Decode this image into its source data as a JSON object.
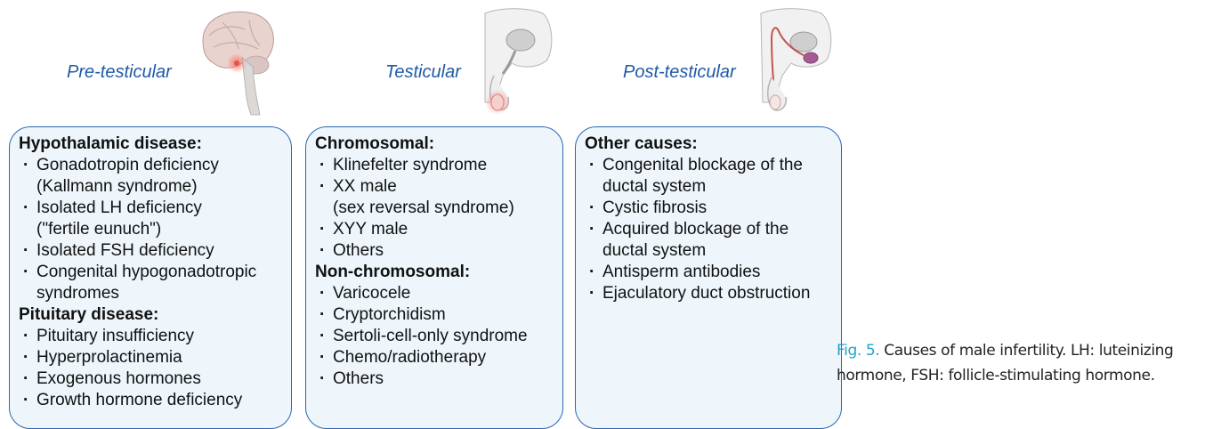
{
  "columns": [
    {
      "title": "Pre-testicular",
      "icon": "brain-sagittal-icon",
      "sections": [
        {
          "heading": "Hypothalamic disease:",
          "items": [
            {
              "text": "Gonadotropin deficiency",
              "bullet": true
            },
            {
              "text": "(Kallmann syndrome)",
              "bullet": false
            },
            {
              "text": "Isolated LH deficiency",
              "bullet": true
            },
            {
              "text": "(\"fertile eunuch\")",
              "bullet": false
            },
            {
              "text": "Isolated FSH deficiency",
              "bullet": true
            },
            {
              "text": "Congenital hypogonadotropic",
              "bullet": true
            },
            {
              "text": "syndromes",
              "bullet": false
            }
          ]
        },
        {
          "heading": "Pituitary disease:",
          "items": [
            {
              "text": "Pituitary insufficiency",
              "bullet": true
            },
            {
              "text": "Hyperprolactinemia",
              "bullet": true
            },
            {
              "text": "Exogenous hormones",
              "bullet": true
            },
            {
              "text": "Growth hormone deficiency",
              "bullet": true
            }
          ]
        }
      ]
    },
    {
      "title": "Testicular",
      "icon": "male-pelvis-testis-icon",
      "sections": [
        {
          "heading": "Chromosomal:",
          "items": [
            {
              "text": "Klinefelter syndrome",
              "bullet": true
            },
            {
              "text": "XX male",
              "bullet": true
            },
            {
              "text": "(sex reversal syndrome)",
              "bullet": false
            },
            {
              "text": "XYY male",
              "bullet": true
            },
            {
              "text": "Others",
              "bullet": true
            }
          ]
        },
        {
          "heading": "Non-chromosomal:",
          "items": [
            {
              "text": "Varicocele",
              "bullet": true
            },
            {
              "text": "Cryptorchidism",
              "bullet": true
            },
            {
              "text": "Sertoli-cell-only syndrome",
              "bullet": true
            },
            {
              "text": "Chemo/radiotherapy",
              "bullet": true
            },
            {
              "text": "Others",
              "bullet": true
            }
          ]
        }
      ]
    },
    {
      "title": "Post-testicular",
      "icon": "male-pelvis-ductal-icon",
      "sections": [
        {
          "heading": "Other causes:",
          "items": [
            {
              "text": "Congenital blockage of the",
              "bullet": true
            },
            {
              "text": "ductal system",
              "bullet": false
            },
            {
              "text": "Cystic fibrosis",
              "bullet": true
            },
            {
              "text": "Acquired blockage of the",
              "bullet": true
            },
            {
              "text": "ductal system",
              "bullet": false
            },
            {
              "text": "Antisperm antibodies",
              "bullet": true
            },
            {
              "text": "Ejaculatory duct obstruction",
              "bullet": true
            }
          ]
        }
      ]
    }
  ],
  "caption": {
    "label": "Fig. 5.",
    "text": " Causes of male infertility. LH: luteinizing hormone, FSH: follicle-stimulating hormone."
  },
  "colors": {
    "title_blue": "#1f5aa8",
    "box_border": "#2a67b0",
    "box_fill": "#eef6fb",
    "caption_label": "#1fa3cf",
    "highlight_red": "#e0554f"
  }
}
